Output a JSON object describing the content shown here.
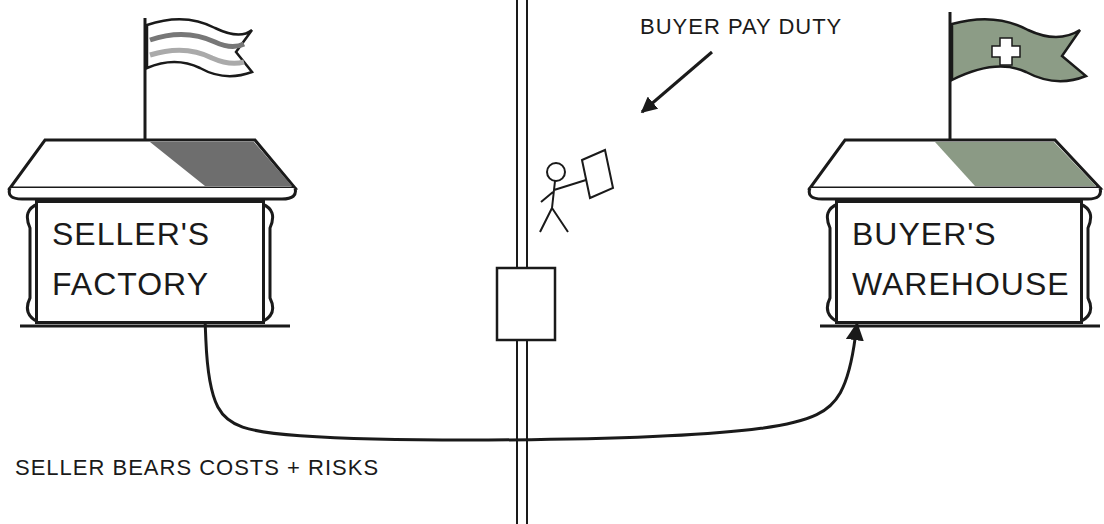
{
  "diagram": {
    "nodes": [
      {
        "text": [
          "SELLER'S FACTORY"
        ]
      },
      {
        "text": [
          "BUYER'S WAREHOUSE"
        ]
      }
    ],
    "edges": [
      {
        "from": 0,
        "to": 1,
        "arrow": "to"
      }
    ],
    "labels": [
      "BUYER PAY DUTY",
      "SELLER BEARS COSTS + RISKS"
    ]
  }
}
